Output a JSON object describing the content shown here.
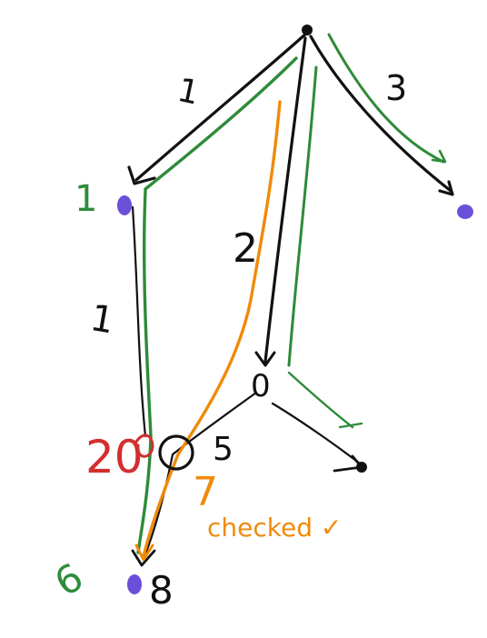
{
  "colors": {
    "black": "#111111",
    "green": "#2e8b3a",
    "orange": "#f08a0a",
    "red": "#d32f2f",
    "node": "#6a4fd8"
  },
  "diagram": {
    "type": "handwritten-graph-shortest-path",
    "nodes": [
      {
        "id": "top",
        "label": ""
      },
      {
        "id": "left",
        "label": "1"
      },
      {
        "id": "right",
        "label": ""
      },
      {
        "id": "middle",
        "label": "0"
      },
      {
        "id": "bottom-right",
        "label": ""
      },
      {
        "id": "bottom-left",
        "label": "6",
        "alt_label": "8"
      }
    ],
    "edges": [
      {
        "from": "top",
        "to": "left",
        "weight": "1"
      },
      {
        "from": "top",
        "to": "right",
        "weight": "3"
      },
      {
        "from": "top",
        "to": "middle",
        "weight": "2"
      },
      {
        "from": "left",
        "to": "bottom-left",
        "weight": "1"
      },
      {
        "from": "middle",
        "to": "bottom-left",
        "weight": "5"
      },
      {
        "from": "middle",
        "to": "bottom-right",
        "weight": ""
      }
    ],
    "annotations": {
      "crossed_value": "20",
      "orange_distance": "7",
      "checked": "checked ✓"
    }
  }
}
